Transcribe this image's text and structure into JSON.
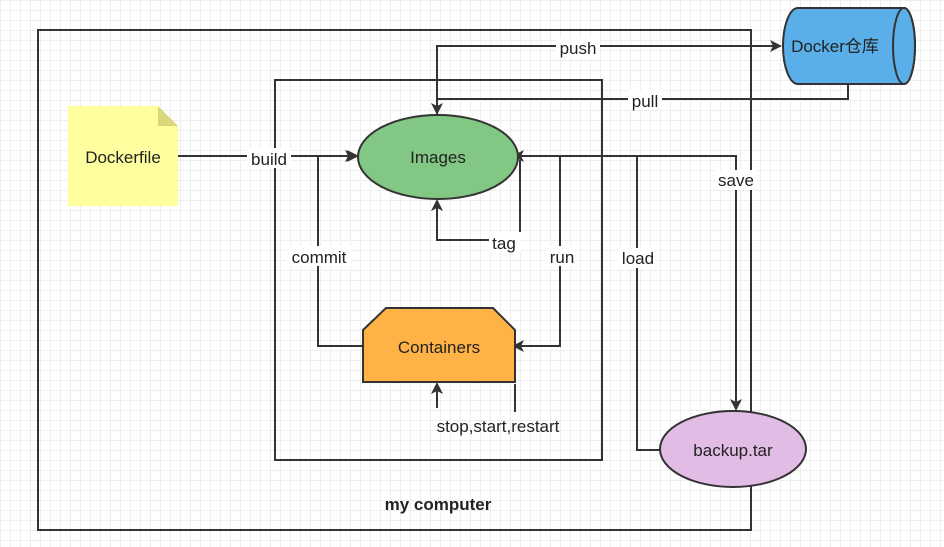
{
  "nodes": {
    "dockerfile": "Dockerfile",
    "images": "Images",
    "containers": "Containers",
    "registry": "Docker仓库",
    "backup": "backup.tar"
  },
  "edges": {
    "build": "build",
    "push": "push",
    "pull": "pull",
    "tag": "tag",
    "commit": "commit",
    "run": "run",
    "stop_start_restart": "stop,start,restart",
    "save": "save",
    "load": "load"
  },
  "groups": {
    "my_computer": "my computer"
  },
  "colors": {
    "images_fill": "#82c784",
    "containers_fill": "#ffb347",
    "registry_fill": "#5aafe8",
    "backup_fill": "#e1bde6",
    "dockerfile_fill": "#ffff9f",
    "stroke": "#333333"
  }
}
